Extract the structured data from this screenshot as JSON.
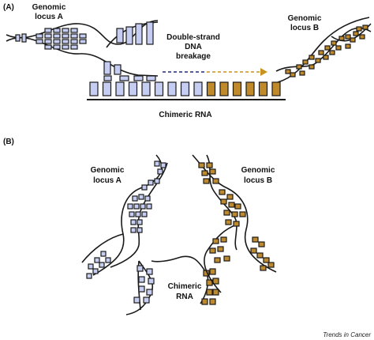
{
  "panel_a": {
    "tag": "(A)",
    "locus_a_label": [
      "Genomic",
      "locus A"
    ],
    "locus_b_label": [
      "Genomic",
      "locus B"
    ],
    "breakage_label": [
      "Double-strand",
      "DNA",
      "breakage"
    ],
    "rna_label": "Chimeric RNA"
  },
  "panel_b": {
    "tag": "(B)",
    "locus_a_label": [
      "Genomic",
      "locus A"
    ],
    "locus_b_label": [
      "Genomic",
      "locus B"
    ],
    "rna_label": [
      "Chimeric",
      "RNA"
    ]
  },
  "credit": "Trends in Cancer",
  "colors": {
    "locus_a_fill": "#c5cdf2",
    "locus_b_fill": "#c08a2a",
    "stroke": "#1a1a1a",
    "breakage_arrow_a": "#1f2a7a",
    "breakage_arrow_b": "#c9921e"
  }
}
